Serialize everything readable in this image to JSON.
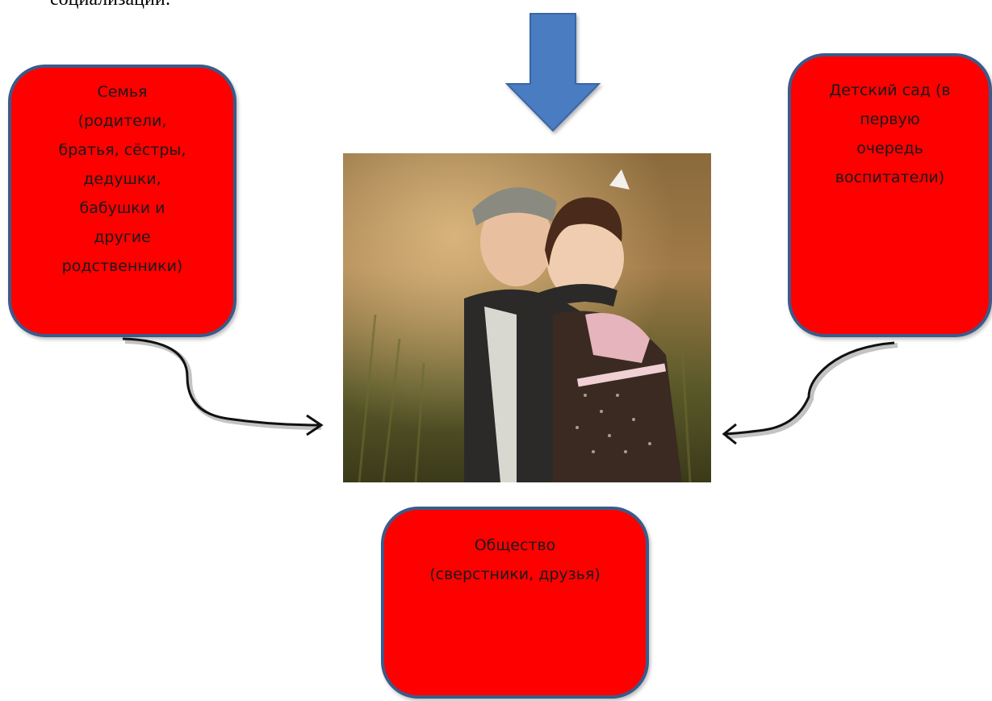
{
  "heading_fragment": "социализации:",
  "nodes": {
    "family": {
      "lines": [
        "Семья",
        "(родители,",
        "братья, сёстры,",
        "дедушки,",
        "бабушки и",
        "другие",
        "родственники)"
      ]
    },
    "kindergarten": {
      "lines": [
        "Детский сад (в",
        "первую",
        "очередь",
        "воспитатели)"
      ]
    },
    "society": {
      "lines": [
        "Общество",
        "(сверстники, друзья)"
      ]
    }
  },
  "colors": {
    "box_fill": "#ff0000",
    "box_border": "#3b5a8a",
    "arrow_fill": "#4a7cc0"
  },
  "icons": {
    "down_arrow": "down-arrow-icon",
    "photo": "children-photo"
  }
}
